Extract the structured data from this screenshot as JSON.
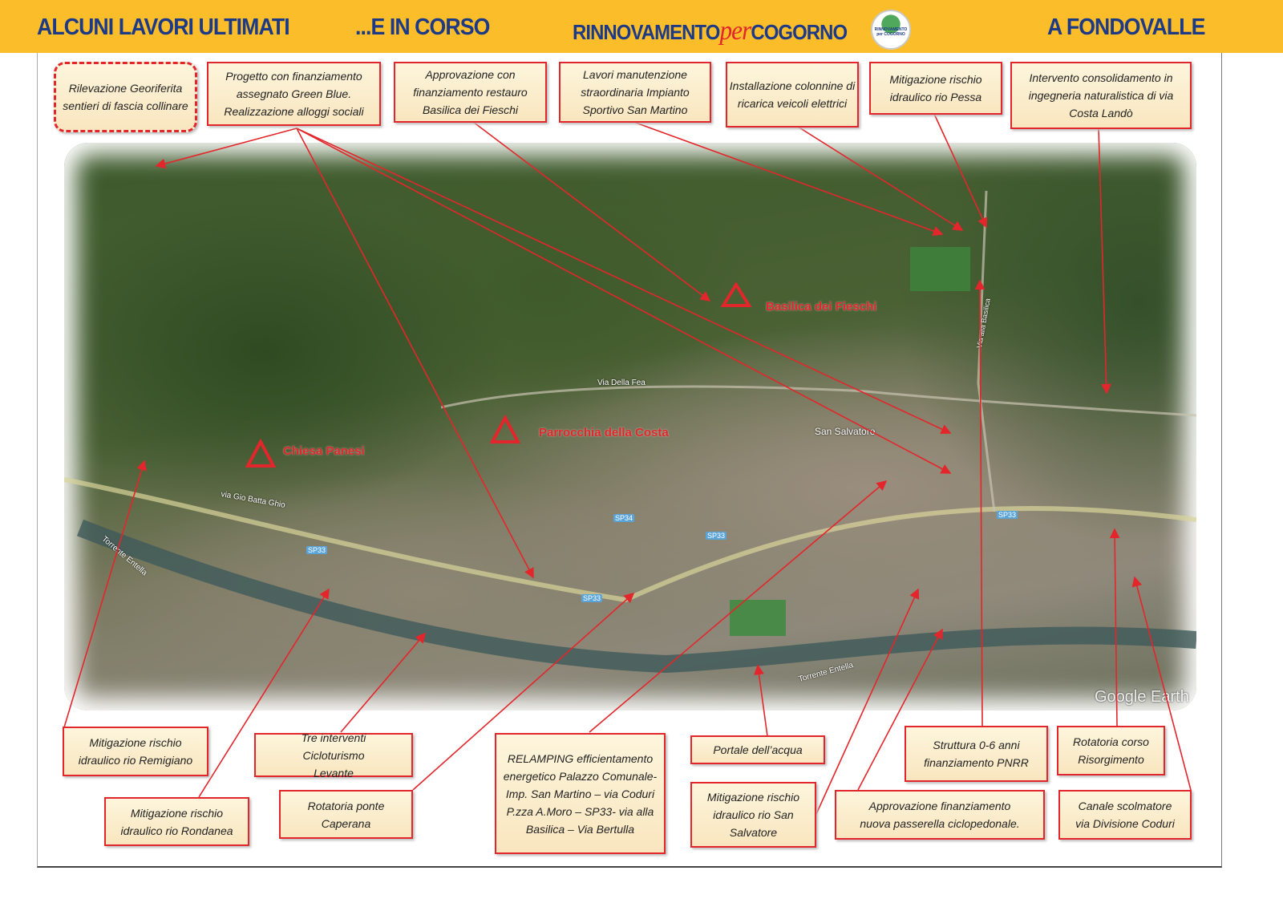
{
  "header": {
    "left_title": "ALCUNI LAVORI ULTIMATI",
    "left_title2": "...E IN CORSO",
    "brand_a": "RINNOVAMENTO",
    "brand_per": "per",
    "brand_b": "COGORNO",
    "logo_text": "RINNOVAMENTO per COGORNO",
    "right_title": "A FONDOVALLE"
  },
  "top_boxes": [
    "Rilevazione Georiferita sentieri di fascia collinare",
    "Progetto con finanziamento assegnato Green Blue. Realizzazione alloggi sociali",
    "Approvazione con finanziamento restauro Basilica dei Fieschi",
    "Lavori manutenzione straordinaria Impianto Sportivo San Martino",
    "Installazione colonnine di ricarica veicoli elettrici",
    "Mitigazione rischio idraulico rio Pessa",
    "Intervento consolidamento in ingegneria naturalistica di via Costa Landò"
  ],
  "bottom_boxes": [
    "Mitigazione rischio idraulico rio Remigiano",
    "Mitigazione rischio idraulico rio Rondanea",
    "Tre interventi Cicloturismo Levante",
    "Rotatoria ponte Caperana",
    "RELAMPING efficientamento energetico Palazzo Comunale- Imp. San Martino – via Coduri P.zza A.Moro – SP33- via alla Basilica – Via Bertulla",
    "Portale dell’acqua",
    "Mitigazione rischio idraulico rio San Salvatore",
    "Approvazione finanziamento nuova passerella ciclopedonale.",
    "Struttura 0-6 anni finanziamento PNRR",
    "Rotatoria corso Risorgimento",
    "Canale scolmatore via Divisione Coduri"
  ],
  "map": {
    "landmarks": [
      "Basilica dei Fieschi",
      "Parrocchia della Costa",
      "Chiesa Panesi"
    ],
    "labels": [
      "San Salvatore",
      "Via Della Fea",
      "via Gio Batta Ghio",
      "Torrente Entella",
      "Torrente Entella",
      "Via alla Basilica",
      "Google Earth"
    ],
    "roads": [
      "SP33",
      "SP33",
      "SP33",
      "SP33",
      "SP34"
    ]
  },
  "colors": {
    "accent": "#e3262b",
    "header": "#fbbd2a",
    "brand": "#1c3a86"
  }
}
